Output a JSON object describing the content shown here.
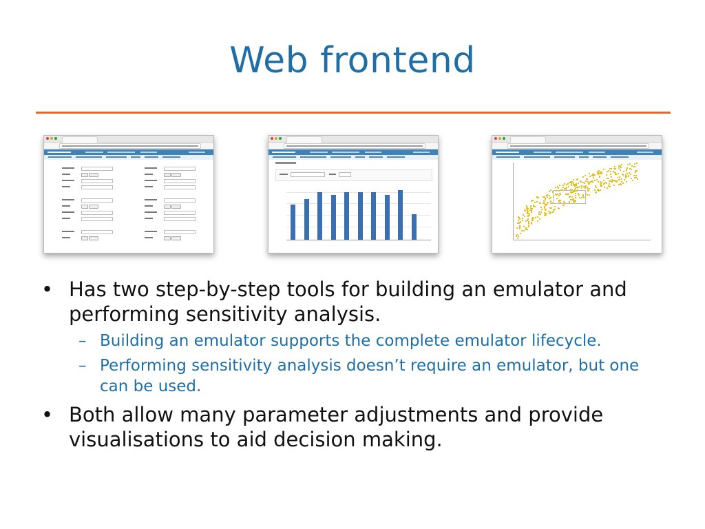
{
  "slide": {
    "title": "Web frontend",
    "accent_color": "#1f6fa6",
    "rule_color": "#e8662a"
  },
  "screenshots": [
    {
      "kind": "form",
      "description_icon": "form-screenshot"
    },
    {
      "kind": "histogram",
      "description_icon": "histogram-screenshot",
      "chart_bar_levels": [
        0.62,
        0.72,
        0.83,
        0.78,
        0.83,
        0.83,
        0.83,
        0.78,
        0.87,
        0.45
      ]
    },
    {
      "kind": "scatter",
      "description_icon": "scatter-screenshot"
    }
  ],
  "bullets": [
    {
      "text": "Has two step-by-step tools for building an emulator and performing sensitivity analysis.",
      "sub": [
        {
          "text": "Building an emulator supports the complete emulator lifecycle."
        },
        {
          "text": "Performing sensitivity analysis doesn’t require an emulator, but one can be used."
        }
      ]
    },
    {
      "text": "Both allow many parameter adjustments and provide visualisations to aid decision making.",
      "sub": []
    }
  ],
  "markers": {
    "level1": "•",
    "level2": "–"
  }
}
